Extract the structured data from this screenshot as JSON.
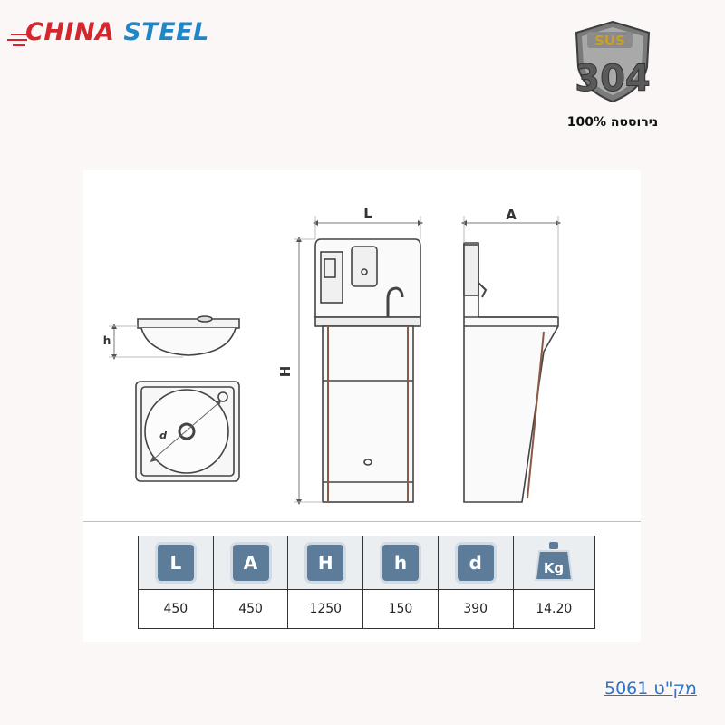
{
  "brand": {
    "word1": "CHINA",
    "word2": "STEEL"
  },
  "badge": {
    "top": "SUS",
    "number": "304",
    "caption": "100% נירוסטה"
  },
  "drawing": {
    "labels": {
      "L": "L",
      "A": "A",
      "H": "H",
      "h": "h",
      "d": "d"
    }
  },
  "specs": {
    "headers": [
      "L",
      "A",
      "H",
      "h",
      "d",
      "Kg"
    ],
    "values": [
      "450",
      "450",
      "1250",
      "150",
      "390",
      "14.20"
    ]
  },
  "sku": {
    "text": "מק\"ט 5061"
  },
  "colors": {
    "brand_red": "#d6262d",
    "brand_blue": "#1f86c8",
    "chip": "#5d7c99",
    "link": "#2d73c8"
  }
}
